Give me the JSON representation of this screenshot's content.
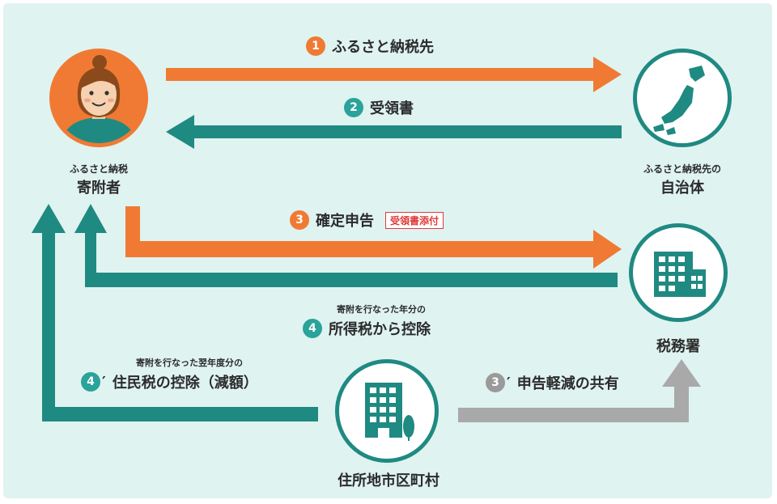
{
  "nodes": {
    "donor": {
      "sub_label": "ふるさと納税",
      "main_label": "寄附者"
    },
    "municipality": {
      "sub_label": "ふるさと納税先の",
      "main_label": "自治体"
    },
    "tax_office": {
      "main_label": "税務署"
    },
    "residence": {
      "main_label": "住所地市区町村"
    }
  },
  "steps": {
    "s1": {
      "badge": "1",
      "text": "ふるさと納税先"
    },
    "s2": {
      "badge": "2",
      "text": "受領書"
    },
    "s3": {
      "badge": "3",
      "text": "確定申告",
      "tag": "受領書添付"
    },
    "s4": {
      "badge": "4",
      "note": "寄附を行なった年分の",
      "text": "所得税から控除"
    },
    "s4p": {
      "badge": "4",
      "prime": "′",
      "note": "寄附を行なった翌年度分の",
      "text": "住民税の控除（減額）"
    },
    "s3p": {
      "badge": "3",
      "prime": "′",
      "text": "申告軽減の共有"
    }
  },
  "colors": {
    "background": "#dff3f1",
    "orange": "#f07a33",
    "teal": "#1f8a82",
    "gray": "#a9a9a9",
    "red_tag": "#e03a3a"
  },
  "icons": {
    "donor": "person-avatar-icon",
    "municipality": "japan-map-icon",
    "tax_office": "office-building-icon",
    "residence": "city-hall-building-icon"
  }
}
